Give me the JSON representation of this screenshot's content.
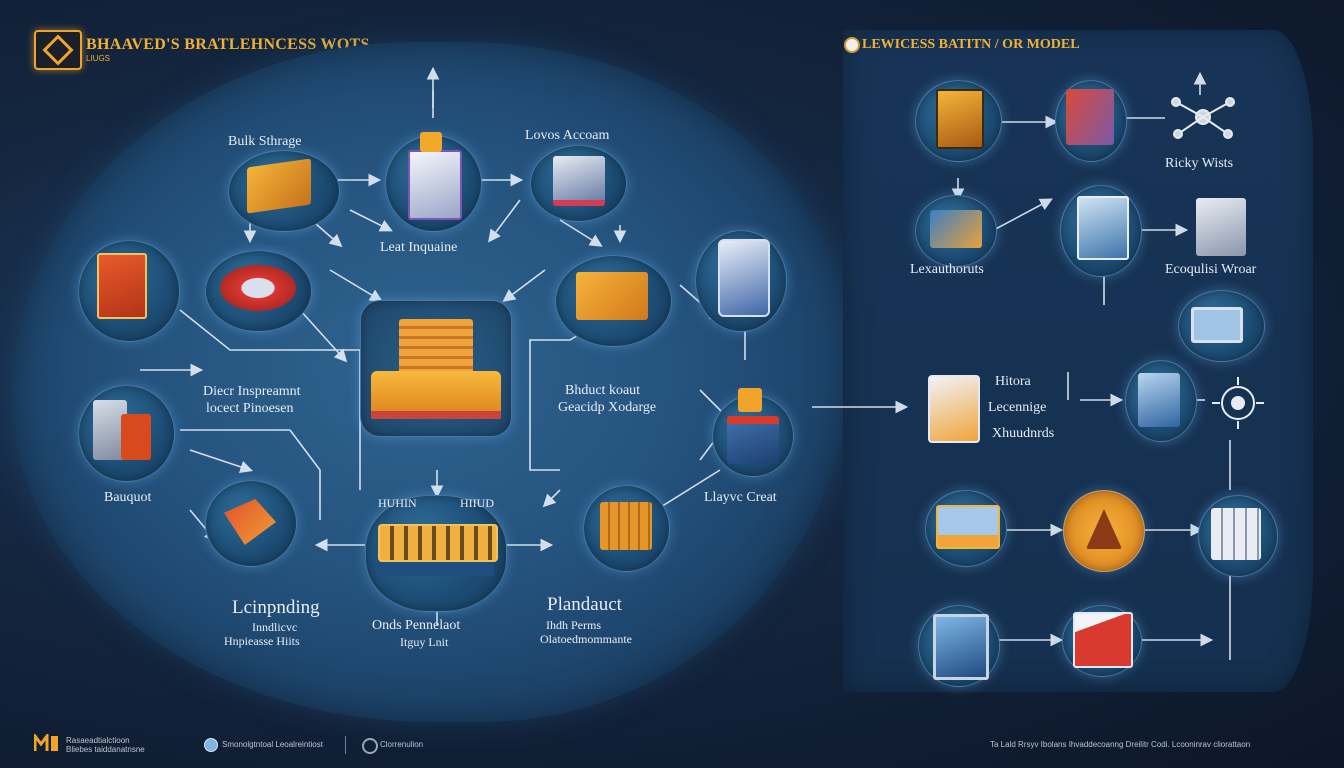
{
  "header": {
    "title": "BHAAVED'S BRATLEHNCESS WOTS",
    "subtitle": "LIUGS"
  },
  "left_diagram": {
    "labels": {
      "bulk_storage": "Bulk Sthrage",
      "lovos_accom": "Lovos Accoam",
      "lead_inquiry": "Leat Inquaine",
      "diecr_inspection": "Diecr Inspreamnt",
      "diecr_inspection_2": "locect Pinoesen",
      "product_knowledge": "Bhduct koaut",
      "product_knowledge_2": "Geacidp Xodarge",
      "bowquist": "Bauquot",
      "lowyc_creat": "Llayvc Creat",
      "heading_left_top": "HUHIN",
      "heading_left_top_2": "HIIUD",
      "lcinpnding": "Lcinpnding",
      "lcinpnding_2": "Inndlicvc",
      "lcinpnding_3": "Hnpieasse Hiits",
      "onds_pennelaot": "Onds Pennelaot",
      "onds_pennelaot_2": "Itguy Lnit",
      "plandauct": "Plandauct",
      "plandauct_2": "Ihdh Perms",
      "plandauct_3": "Olatoedmommante"
    }
  },
  "right_panel": {
    "title": "LEWICESS BATITN / OR MODEL",
    "labels": {
      "ricky_wists": "Ricky Wists",
      "lexauthoruts": "Lexauthoruts",
      "ecoqulsi_wroar": "Ecoqulisi Wroar",
      "lltora": "Hitora",
      "lecenning": "Lecennige",
      "xhuudas": "Xhuudnrds"
    }
  },
  "footer": {
    "left_line1": "Rasaeadtialctioon",
    "left_line2": "Bliebes taiddanatnsne",
    "middle": "Smonolgtntoal Leoalreintiost",
    "middle2": "Clorrenulion",
    "right": "Ta Lald Rrsyv Ibolans Ihvaddecoanng Dreilitr Codi. Lcooninrav cliorattaon"
  },
  "colors": {
    "accent": "#f2b230",
    "blob": "#24527d",
    "panel": "#173457",
    "connector": "#e6eef8"
  }
}
